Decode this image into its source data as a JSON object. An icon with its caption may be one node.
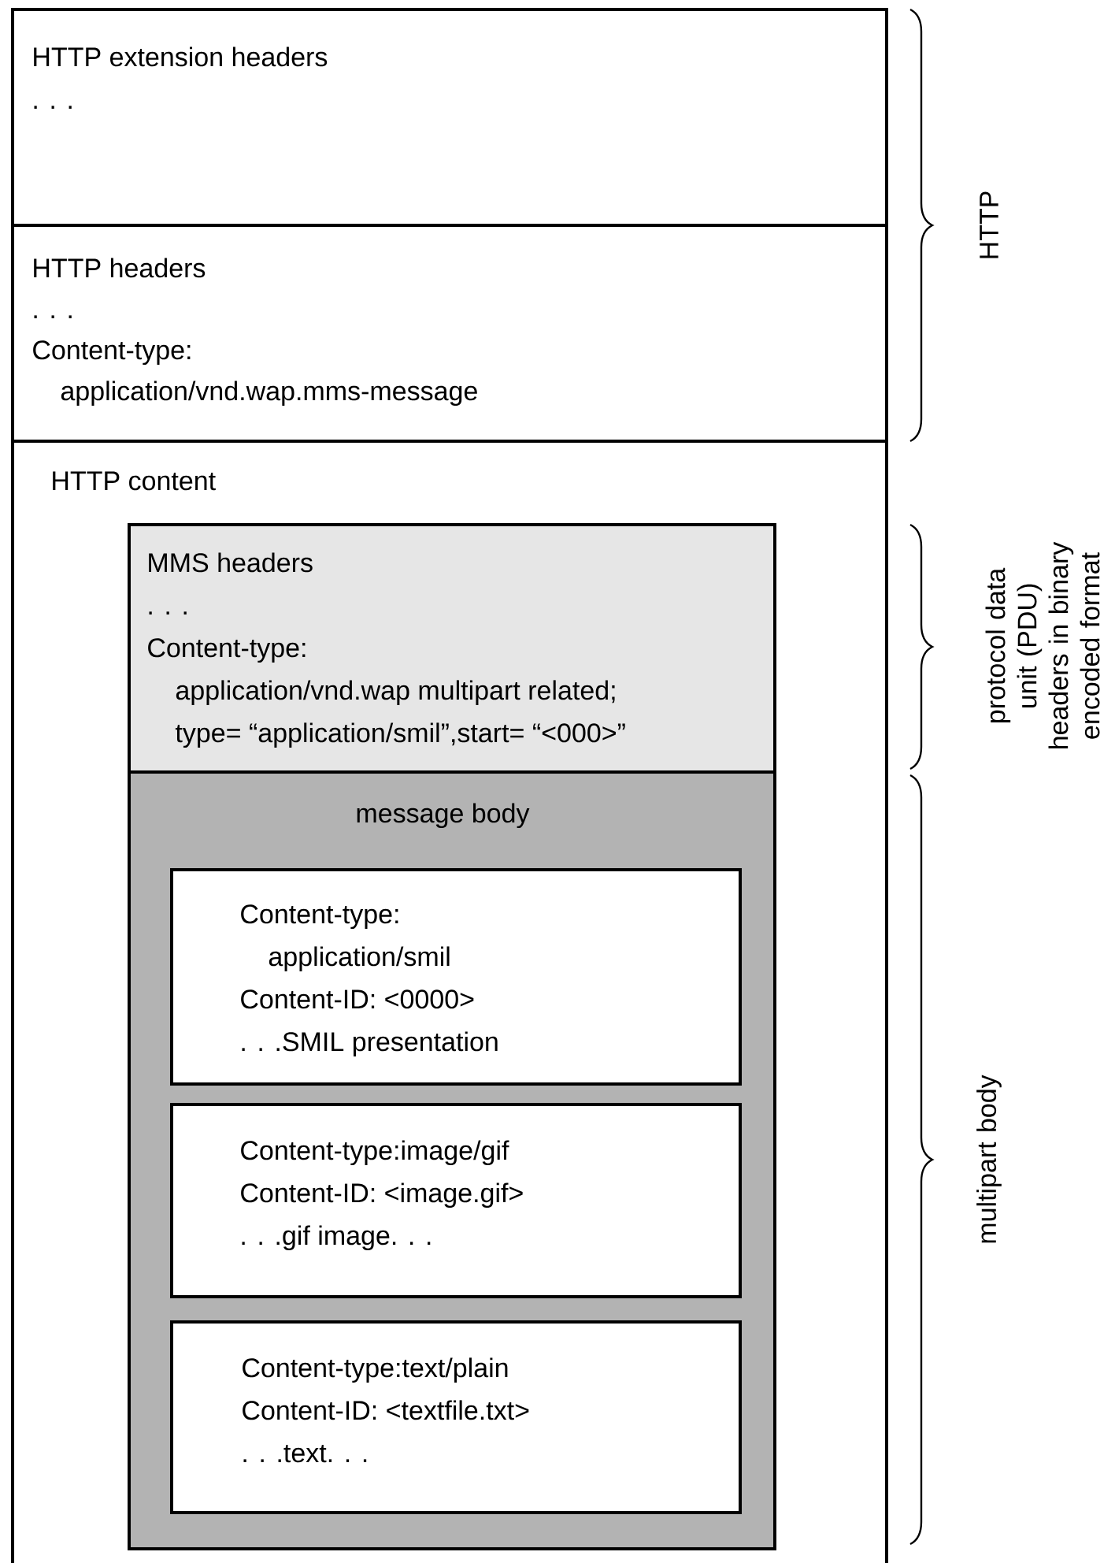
{
  "diagram": {
    "nodes": [
      {
        "text": [
          "HTTP extension headers",
          ". . ."
        ]
      },
      {
        "text": [
          "HTTP headers",
          ". . .",
          "Content-type:",
          "application/vnd.wap.mms-message"
        ]
      },
      {
        "text": [
          "HTTP content"
        ]
      },
      {
        "text": [
          "MMS headers",
          ". . .",
          "Content-type:",
          "application/vnd.wap multipart related;",
          "type= “application/smil”,start= “<000>”"
        ],
        "in": 2
      },
      {
        "text": [
          "message body"
        ],
        "in": 2
      },
      {
        "text": [
          "Content-type:",
          "application/smil",
          "Content-ID: <0000>",
          ". . .SMIL presentation"
        ],
        "in": 4
      },
      {
        "text": [
          "Content-type:image/gif",
          "Content-ID: <image.gif>",
          ". . .gif image. . ."
        ],
        "in": 4
      },
      {
        "text": [
          "Content-type:text/plain",
          "Content-ID: <textfile.txt>",
          ". . .text. . ."
        ],
        "in": 4
      }
    ],
    "labels": [
      "HTTP",
      "protocol data unit (PDU) headers in binary encoded format",
      "multipart body"
    ]
  }
}
